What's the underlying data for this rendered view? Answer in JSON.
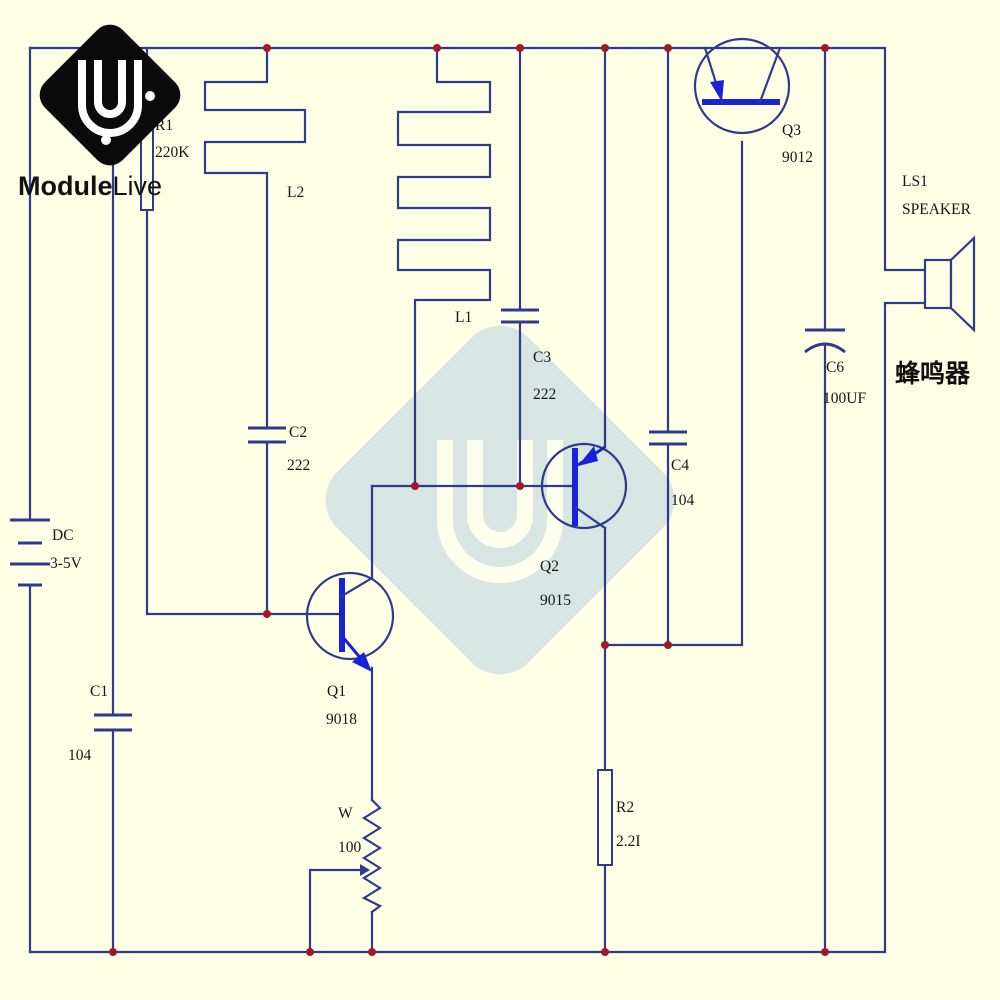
{
  "brand": {
    "name_part1": "Module",
    "name_part2": "Live"
  },
  "components": {
    "r1": {
      "ref": "R1",
      "value": "220K"
    },
    "l2": {
      "ref": "L2"
    },
    "l1": {
      "ref": "L1"
    },
    "c2": {
      "ref": "C2",
      "value": "222"
    },
    "c3": {
      "ref": "C3",
      "value": "222"
    },
    "c4": {
      "ref": "C4",
      "value": "104"
    },
    "c6": {
      "ref": "C6",
      "value": "100UF"
    },
    "c1": {
      "ref": "C1",
      "value": "104"
    },
    "q1": {
      "ref": "Q1",
      "value": "9018"
    },
    "q2": {
      "ref": "Q2",
      "value": "9015"
    },
    "q3": {
      "ref": "Q3",
      "value": "9012"
    },
    "w": {
      "ref": "W",
      "value": "100"
    },
    "r2": {
      "ref": "R2",
      "value": "2.2I"
    },
    "dc": {
      "ref": "DC",
      "value": "3-5V"
    },
    "ls1": {
      "ref": "LS1",
      "type": "SPEAKER",
      "name_cn": "蜂鸣器"
    }
  },
  "colors": {
    "background": "#ffffe6",
    "wire": "#2e3a8c",
    "transistor_base": "#1a22d8",
    "junction": "#a0182a",
    "watermark": "#8fb8e0"
  }
}
